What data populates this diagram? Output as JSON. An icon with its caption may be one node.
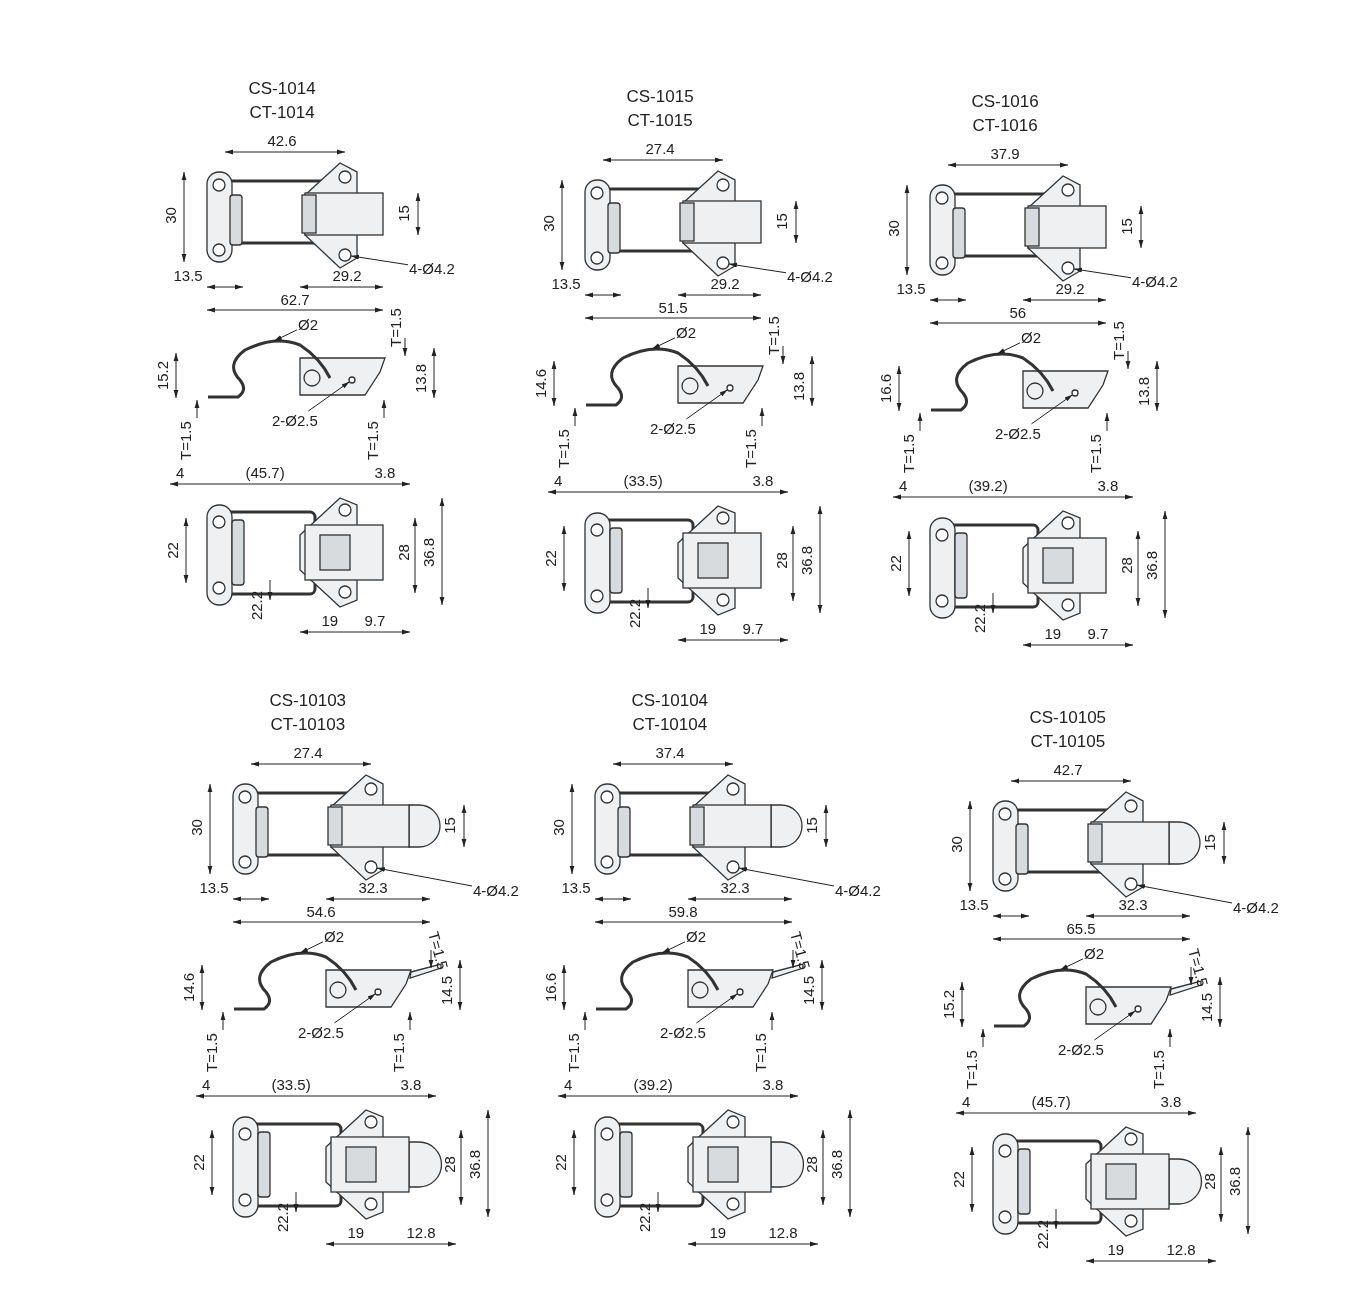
{
  "diagram": {
    "nodes": [
      {
        "text": [
          "4-Ø4.2"
        ]
      },
      {
        "text": [
          "Ø2"
        ]
      },
      {
        "text": [
          "2-Ø2.5"
        ]
      },
      {
        "text": [],
        "shape": "circle"
      },
      {
        "text": [],
        "shape": "line"
      },
      {
        "text": [],
        "shape": "circle"
      },
      {
        "text": [
          "4-Ø4.2"
        ]
      },
      {
        "text": [
          "Ø2"
        ]
      },
      {
        "text": [
          "2-Ø2.5"
        ]
      },
      {
        "text": [],
        "shape": "circle"
      },
      {
        "text": [],
        "shape": "line"
      },
      {
        "text": [],
        "shape": "circle"
      },
      {
        "text": [
          "4-Ø4.2"
        ]
      },
      {
        "text": [
          "Ø2"
        ]
      },
      {
        "text": [
          "2-Ø2.5"
        ]
      },
      {
        "text": [],
        "shape": "circle"
      },
      {
        "text": [],
        "shape": "line"
      },
      {
        "text": [],
        "shape": "circle"
      },
      {
        "text": [
          "4-Ø4.2"
        ]
      },
      {
        "text": [
          "Ø2"
        ]
      },
      {
        "text": [
          "2-Ø2.5"
        ]
      },
      {
        "text": [],
        "shape": "circle"
      },
      {
        "text": [],
        "shape": "line"
      },
      {
        "text": [],
        "shape": "circle"
      },
      {
        "text": [
          "4-Ø4.2"
        ]
      },
      {
        "text": [
          "Ø2"
        ]
      },
      {
        "text": [
          "2-Ø2.5"
        ]
      },
      {
        "text": [],
        "shape": "circle"
      },
      {
        "text": [],
        "shape": "line"
      },
      {
        "text": [],
        "shape": "circle"
      },
      {
        "text": [
          "4-Ø4.2"
        ]
      },
      {
        "text": [
          "Ø2"
        ]
      },
      {
        "text": [
          "2-Ø2.5"
        ]
      },
      {
        "text": [],
        "shape": "circle"
      },
      {
        "text": [],
        "shape": "line"
      },
      {
        "text": [],
        "shape": "circle"
      }
    ],
    "edges": [
      {
        "from": 0,
        "to": 3,
        "arrow": "to"
      },
      {
        "from": 1,
        "to": 4,
        "arrow": "to"
      },
      {
        "from": 2,
        "to": 5,
        "arrow": "to"
      },
      {
        "from": 6,
        "to": 9,
        "arrow": "to"
      },
      {
        "from": 7,
        "to": 10,
        "arrow": "to"
      },
      {
        "from": 8,
        "to": 11,
        "arrow": "to"
      },
      {
        "from": 12,
        "to": 15,
        "arrow": "to"
      },
      {
        "from": 13,
        "to": 16,
        "arrow": "to"
      },
      {
        "from": 14,
        "to": 17,
        "arrow": "to"
      },
      {
        "from": 18,
        "to": 21,
        "arrow": "to"
      },
      {
        "from": 19,
        "to": 22,
        "arrow": "to"
      },
      {
        "from": 20,
        "to": 23,
        "arrow": "to"
      },
      {
        "from": 24,
        "to": 27,
        "arrow": "to"
      },
      {
        "from": 25,
        "to": 28,
        "arrow": "to"
      },
      {
        "from": 26,
        "to": 29,
        "arrow": "to"
      },
      {
        "from": 30,
        "to": 33,
        "arrow": "to"
      },
      {
        "from": 31,
        "to": 34,
        "arrow": "to"
      },
      {
        "from": 32,
        "to": 35,
        "arrow": "to"
      }
    ],
    "labels": [
      "CS-1014",
      "CT-1014",
      "42.6",
      "30",
      "15",
      "13.5",
      "29.2",
      "62.7",
      "T=1.5",
      "15.2",
      "13.8",
      "T=1.5",
      "T=1.5",
      "4",
      "(45.7)",
      "3.8",
      "22",
      "28",
      "36.8",
      "22.2",
      "19",
      "9.7",
      "CS-1015",
      "CT-1015",
      "27.4",
      "30",
      "15",
      "13.5",
      "29.2",
      "51.5",
      "T=1.5",
      "14.6",
      "13.8",
      "T=1.5",
      "T=1.5",
      "4",
      "(33.5)",
      "3.8",
      "22",
      "28",
      "36.8",
      "22.2",
      "19",
      "9.7",
      "CS-1016",
      "CT-1016",
      "37.9",
      "30",
      "15",
      "13.5",
      "29.2",
      "56",
      "T=1.5",
      "16.6",
      "13.8",
      "T=1.5",
      "T=1.5",
      "4",
      "(39.2)",
      "3.8",
      "22",
      "28",
      "36.8",
      "22.2",
      "19",
      "9.7",
      "CS-10103",
      "CT-10103",
      "27.4",
      "30",
      "15",
      "13.5",
      "32.3",
      "54.6",
      "T=1.5",
      "14.6",
      "14.5",
      "T=1.5",
      "T=1.5",
      "4",
      "(33.5)",
      "3.8",
      "22",
      "28",
      "36.8",
      "22.2",
      "19",
      "12.8",
      "CS-10104",
      "CT-10104",
      "37.4",
      "30",
      "15",
      "13.5",
      "32.3",
      "59.8",
      "T=1.5",
      "16.6",
      "14.5",
      "T=1.5",
      "T=1.5",
      "4",
      "(39.2)",
      "3.8",
      "22",
      "28",
      "36.8",
      "22.2",
      "19",
      "12.8",
      "CS-10105",
      "CT-10105",
      "42.7",
      "30",
      "15",
      "13.5",
      "32.3",
      "65.5",
      "T=1.5",
      "15.2",
      "14.5",
      "T=1.5",
      "T=1.5",
      "4",
      "(45.7)",
      "3.8",
      "22",
      "28",
      "36.8",
      "22.2",
      "19",
      "12.8"
    ]
  }
}
